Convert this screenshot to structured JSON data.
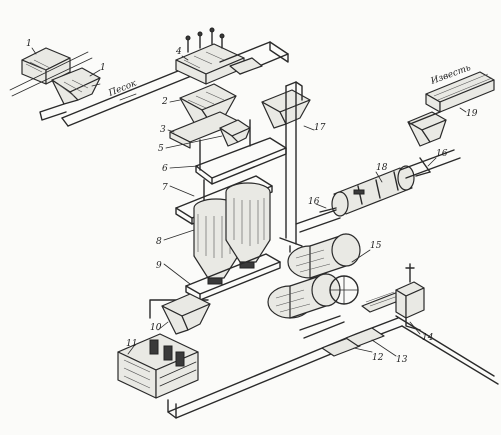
{
  "labels": {
    "n1": "1",
    "n2": "2",
    "n3": "3",
    "n4": "4",
    "n5": "5",
    "n6": "6",
    "n7": "7",
    "n8": "8",
    "n9": "9",
    "n10": "10",
    "n11": "11",
    "n12": "12",
    "n13": "13",
    "n14": "14",
    "n15": "15",
    "n16": "16",
    "n17": "17",
    "n18": "18",
    "n19": "19"
  },
  "captions": {
    "sand": "Песок",
    "lime": "Известь"
  }
}
